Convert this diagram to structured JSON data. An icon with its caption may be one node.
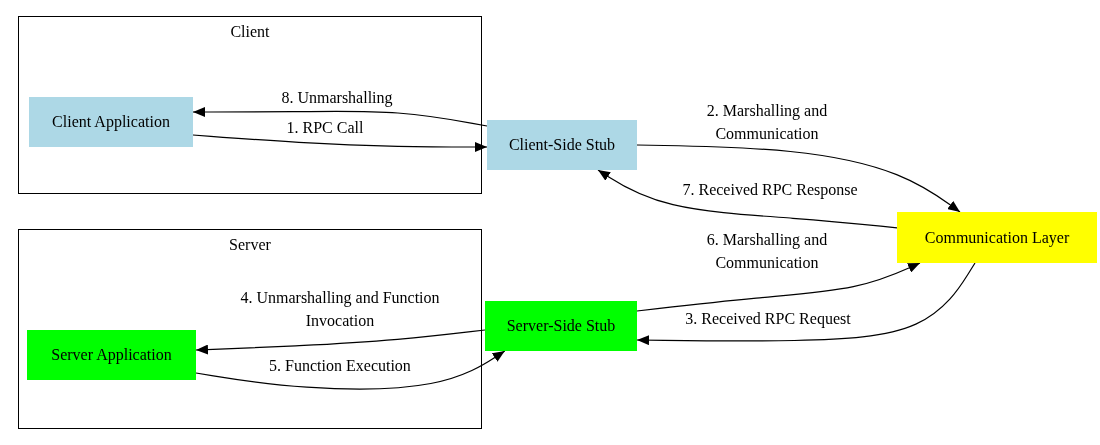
{
  "diagram": {
    "nodes": [
      {
        "text": [
          "Client"
        ]
      },
      {
        "text": [
          "Client Application"
        ],
        "in": 0
      },
      {
        "text": [
          "Client-Side Stub"
        ]
      },
      {
        "text": [
          "Server"
        ]
      },
      {
        "text": [
          "Server Application"
        ],
        "in": 3
      },
      {
        "text": [
          "Server-Side Stub"
        ]
      },
      {
        "text": [
          "Communication Layer"
        ]
      }
    ],
    "edges": [
      {
        "from": 1,
        "to": 2,
        "arrow": "to",
        "label": "1. RPC Call"
      },
      {
        "from": 2,
        "to": 6,
        "arrow": "to",
        "label": "2. Marshalling and Communication"
      },
      {
        "from": 6,
        "to": 5,
        "arrow": "to",
        "label": "3. Received RPC Request"
      },
      {
        "from": 5,
        "to": 4,
        "arrow": "to",
        "label": "4. Unmarshalling and Function Invocation"
      },
      {
        "from": 4,
        "to": 5,
        "arrow": "to",
        "label": "5. Function Execution"
      },
      {
        "from": 5,
        "to": 6,
        "arrow": "to",
        "label": "6. Marshalling and Communication"
      },
      {
        "from": 6,
        "to": 2,
        "arrow": "to",
        "label": "7. Received RPC Response"
      },
      {
        "from": 2,
        "to": 1,
        "arrow": "to",
        "label": "8. Unmarshalling"
      }
    ]
  }
}
